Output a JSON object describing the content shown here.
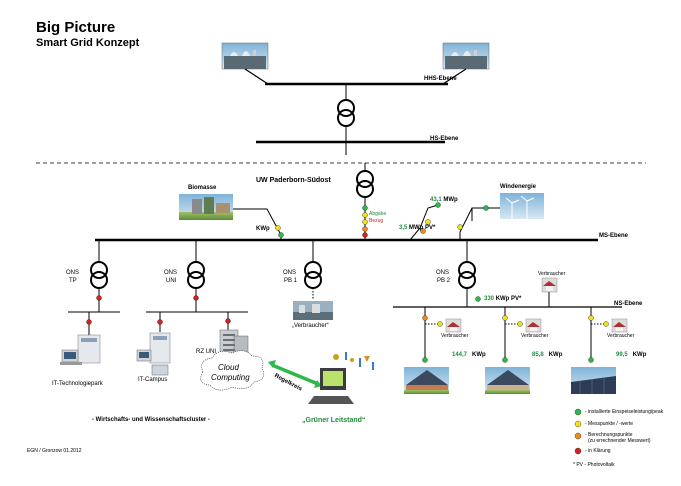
{
  "title": "Big Picture",
  "subtitle": "Smart Grid Konzept",
  "labels": {
    "hhs": "HHS-Ebene",
    "hs": "HS-Ebene",
    "uw": "UW Paderborn-Südost",
    "ms": "MS-Ebene",
    "ns": "NS-Ebene",
    "biomasse": "Biomasse",
    "windenergie": "Windenergie",
    "kwp_bio": "KWp",
    "abgabe": "Abgabe",
    "bezug": "Bezug",
    "pv_val": "3,5",
    "pv_unit": "MWp PV*",
    "wind_val": "43,1",
    "wind_unit": "MWp",
    "onstp_1": "ONS",
    "onstp_2": "TP",
    "onsuni_1": "ONS",
    "onsuni_2": "UNI",
    "onspb1_1": "ONS",
    "onspb1_2": "PB 1",
    "onspb2_1": "ONS",
    "onspb2_2": "PB 2",
    "verbraucher_q": "„Verbraucher“",
    "verbraucher_top": "Verbraucher",
    "ns_val": "330",
    "ns_unit": "KWp PV*",
    "vb1": "Verbraucher",
    "vb2": "Verbraucher",
    "vb3": "Verbraucher",
    "v1_val": "144,7",
    "v1_unit": "KWp",
    "v2_val": "85,8",
    "v2_unit": "KWp",
    "v3_val": "99,5",
    "v3_unit": "KWp",
    "itpark": "IT-Technologiepark",
    "itcampus": "IT-Campus",
    "rzuni": "RZ UNI",
    "cloud1": "Cloud",
    "cloud2": "Computing",
    "regelkreis": "Regelkreis",
    "leitstand": "„Grüner Leitstand“",
    "cluster": "- Wirtschafts- und Wissenschaftscluster -",
    "footer": "EGN / Gronzow 01.2012",
    "legend_green": "- installierte Einspeiseleistung/peak",
    "legend_yellow": "- Messpunkte / -werte",
    "legend_orange1": "- Berechnungspunkte",
    "legend_orange2": "(zu errechnender Messwert)",
    "legend_red": "- in Klärung",
    "legend_pv": "* PV  - Photovoltaik"
  },
  "colors": {
    "green": "#2fb84a",
    "green_text": "#1f8c3b",
    "yellow": "#f2e11a",
    "orange": "#f08a1c",
    "red": "#d42020"
  }
}
